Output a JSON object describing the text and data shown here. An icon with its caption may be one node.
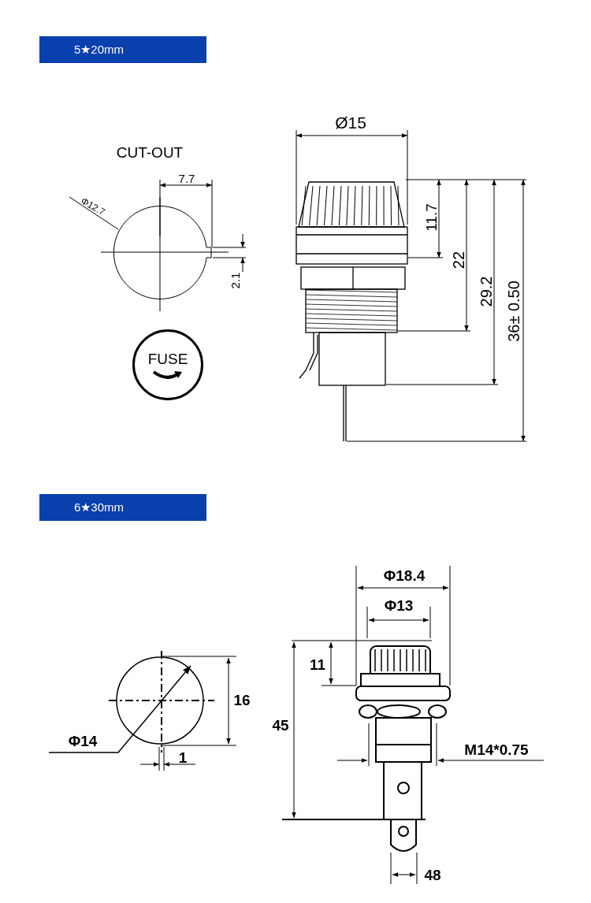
{
  "diagram": {
    "nodes": [
      {
        "text": [
          "5★20mm"
        ]
      },
      {
        "text": [
          "FUSE"
        ]
      },
      {
        "text": [
          "6★30mm"
        ]
      }
    ],
    "edges": [],
    "labels": [
      "Ø15",
      "CUT-OUT",
      "7.7",
      "Φ12.7",
      "11.7",
      "22",
      "29.2",
      "36± 0.50",
      "2.1",
      "Φ18.4",
      "Φ13",
      "11",
      "16",
      "45",
      "M14*0.75",
      "Φ14",
      "1",
      "48"
    ]
  }
}
